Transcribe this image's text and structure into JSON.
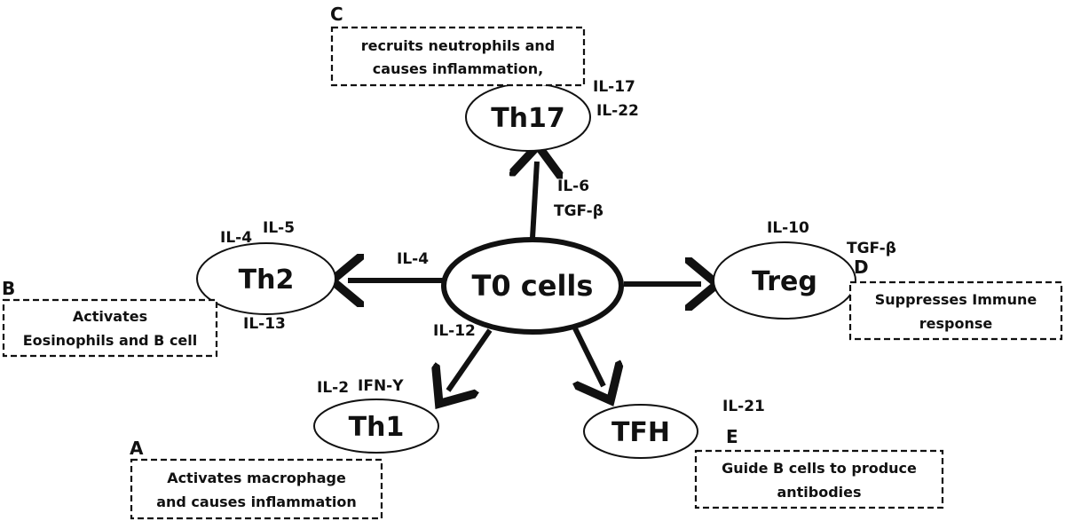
{
  "center": {
    "label": "T0 cells"
  },
  "nodes": {
    "th17": {
      "label": "Th17",
      "upstream": [
        "IL-6",
        "TGF-β"
      ],
      "secreted": [
        "IL-17",
        "IL-22"
      ]
    },
    "th2": {
      "label": "Th2",
      "upstream": [
        "IL-4"
      ],
      "secreted": [
        "IL-4",
        "IL-5",
        "IL-13"
      ]
    },
    "treg": {
      "label": "Treg",
      "upstream": [],
      "secreted": [
        "IL-10",
        "TGF-β"
      ]
    },
    "th1": {
      "label": "Th1",
      "upstream": [
        "IL-12"
      ],
      "secreted": [
        "IL-2",
        "IFN-Υ"
      ]
    },
    "tfh": {
      "label": "TFH",
      "upstream": [],
      "secreted": [
        "IL-21"
      ]
    }
  },
  "boxes": {
    "c": {
      "letter": "C",
      "lines": [
        "recruits neutrophils and",
        "causes inflammation,"
      ]
    },
    "b": {
      "letter": "B",
      "lines": [
        "Activates",
        "Eosinophils and B cell"
      ]
    },
    "d": {
      "letter": "D",
      "lines": [
        "Suppresses Immune",
        "response"
      ]
    },
    "a": {
      "letter": "A",
      "lines": [
        "Activates macrophage",
        "and causes inflammation"
      ]
    },
    "e": {
      "letter": "E",
      "lines": [
        "Guide B cells to produce",
        "antibodies"
      ]
    }
  }
}
